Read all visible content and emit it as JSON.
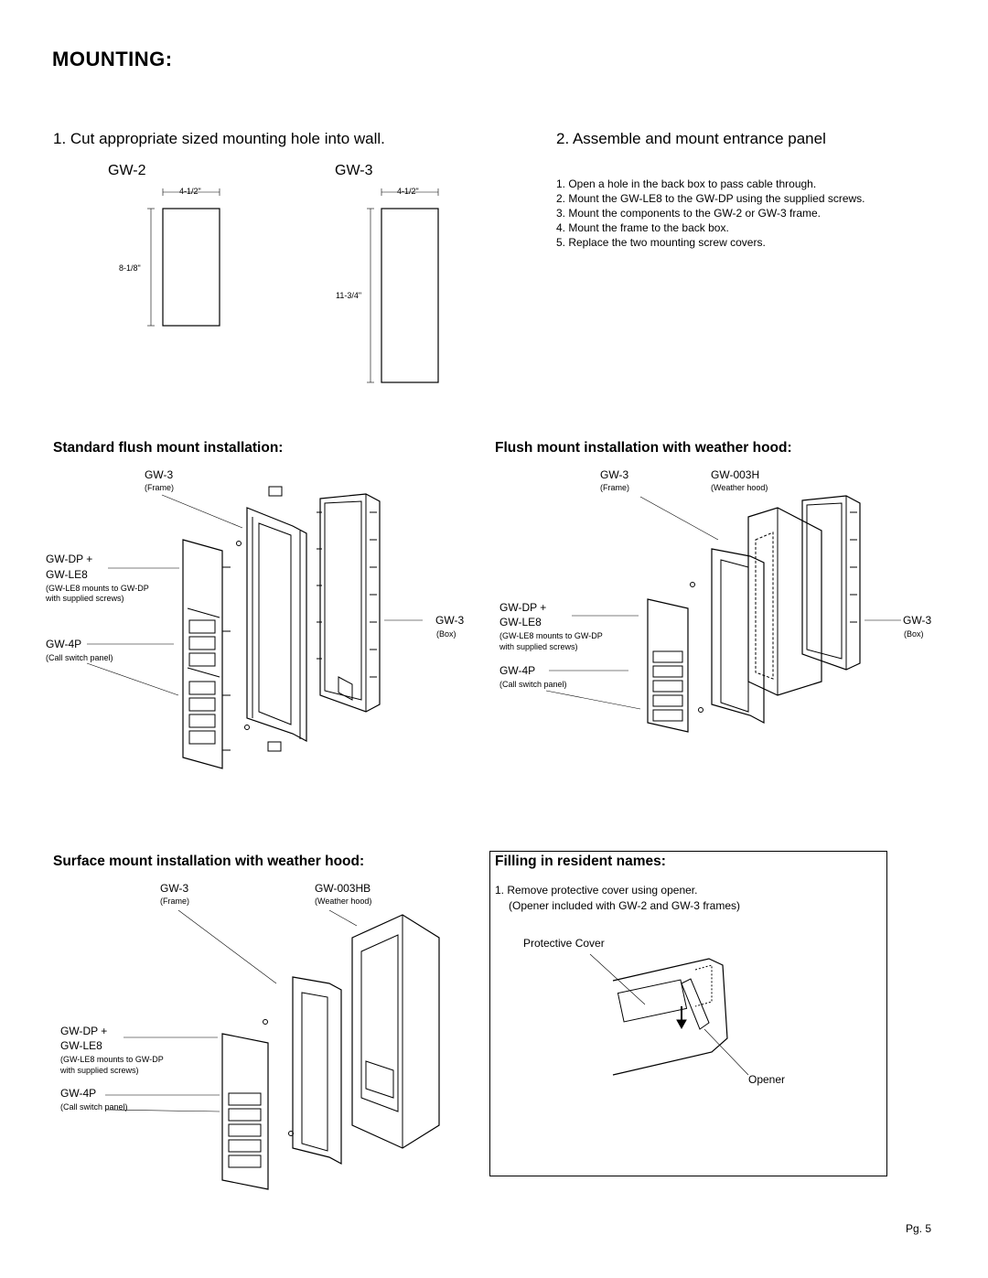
{
  "title": "MOUNTING:",
  "step1": "1. Cut appropriate sized mounting hole into wall.",
  "step2": "2. Assemble and mount entrance panel",
  "gw2": {
    "label": "GW-2",
    "width": "4-1/2\"",
    "height": "8-1/8\""
  },
  "gw3": {
    "label": "GW-3",
    "width": "4-1/2\"",
    "height": "11-3/4\""
  },
  "assembly_steps": [
    "1. Open a hole in the back box to pass cable through.",
    "2. Mount the GW-LE8 to the GW-DP using the supplied screws.",
    "3. Mount the components to the GW-2 or GW-3 frame.",
    "4. Mount the frame to the back box.",
    "5. Replace the two mounting screw covers."
  ],
  "standard": {
    "heading": "Standard flush mount installation:",
    "frame": "GW-3",
    "frame_sub": "(Frame)",
    "dp": "GW-DP +",
    "le8": "GW-LE8",
    "le8_note1": "(GW-LE8 mounts to GW-DP",
    "le8_note2": "with supplied screws)",
    "p4": "GW-4P",
    "p4_sub": "(Call switch panel)",
    "box": "GW-3",
    "box_sub": "(Box)"
  },
  "hood": {
    "heading": "Flush mount installation with weather hood:",
    "frame": "GW-3",
    "frame_sub": "(Frame)",
    "hood": "GW-003H",
    "hood_sub": "(Weather hood)",
    "dp": "GW-DP +",
    "le8": "GW-LE8",
    "le8_note1": "(GW-LE8 mounts to GW-DP",
    "le8_note2": "with supplied screws)",
    "p4": "GW-4P",
    "p4_sub": "(Call switch panel)",
    "box": "GW-3",
    "box_sub": "(Box)"
  },
  "surface": {
    "heading": "Surface mount installation with weather hood:",
    "frame": "GW-3",
    "frame_sub": "(Frame)",
    "hood": "GW-003HB",
    "hood_sub": "(Weather hood)",
    "dp": "GW-DP +",
    "le8": "GW-LE8",
    "le8_note1": "(GW-LE8 mounts to GW-DP",
    "le8_note2": "with supplied screws)",
    "p4": "GW-4P",
    "p4_sub": "(Call switch panel)"
  },
  "filling": {
    "heading": "Filling in resident names:",
    "line1": "1. Remove protective cover using opener.",
    "line2": "(Opener included with GW-2 and GW-3 frames)",
    "cover": "Protective Cover",
    "opener": "Opener"
  },
  "page": "Pg. 5"
}
